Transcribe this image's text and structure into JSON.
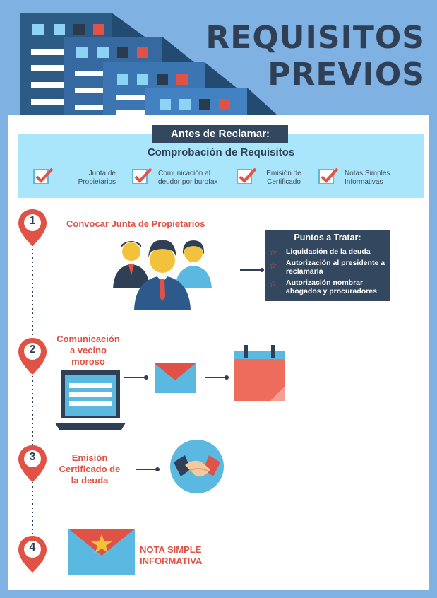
{
  "header": {
    "title_line1": "REQUISITOS",
    "title_line2": "PREVIOS"
  },
  "banner": {
    "label": "Antes de Reclamar:"
  },
  "requirements": {
    "subtitle": "Comprobación de Requisitos",
    "items": [
      {
        "line1": "Junta de",
        "line2": "Propietarios",
        "icon": "checkbox-checked-icon"
      },
      {
        "line1": "Comunicación al",
        "line2": "deudor por burofax",
        "icon": "checkbox-checked-icon"
      },
      {
        "line1": "Emisión de",
        "line2": "Certificado",
        "icon": "checkbox-checked-icon"
      },
      {
        "line1": "Notas Simples",
        "line2": "Informativas",
        "icon": "checkbox-checked-icon"
      }
    ]
  },
  "steps": [
    {
      "number": "1",
      "lines": [
        "Convocar Junta de Propietarios"
      ]
    },
    {
      "number": "2",
      "lines": [
        "Comunicación",
        "a vecino",
        "moroso"
      ]
    },
    {
      "number": "3",
      "lines": [
        "Emisión",
        "Certificado de",
        "la deuda"
      ]
    },
    {
      "number": "4",
      "lines": [
        "NOTA SIMPLE",
        "INFORMATIVA"
      ]
    }
  ],
  "points": {
    "title": "Puntos a Tratar:",
    "items": [
      {
        "line1": "Liquidación de la deuda",
        "line2": ""
      },
      {
        "line1": "Autorización al presidente a",
        "line2": "reclamarla"
      },
      {
        "line1": "Autorización nombrar",
        "line2": "abogados y procuradores"
      }
    ]
  },
  "colors": {
    "accent_red": "#e05245",
    "navy": "#33475e",
    "light_blue": "#a9e6fb",
    "background": "#7fb1e3"
  }
}
